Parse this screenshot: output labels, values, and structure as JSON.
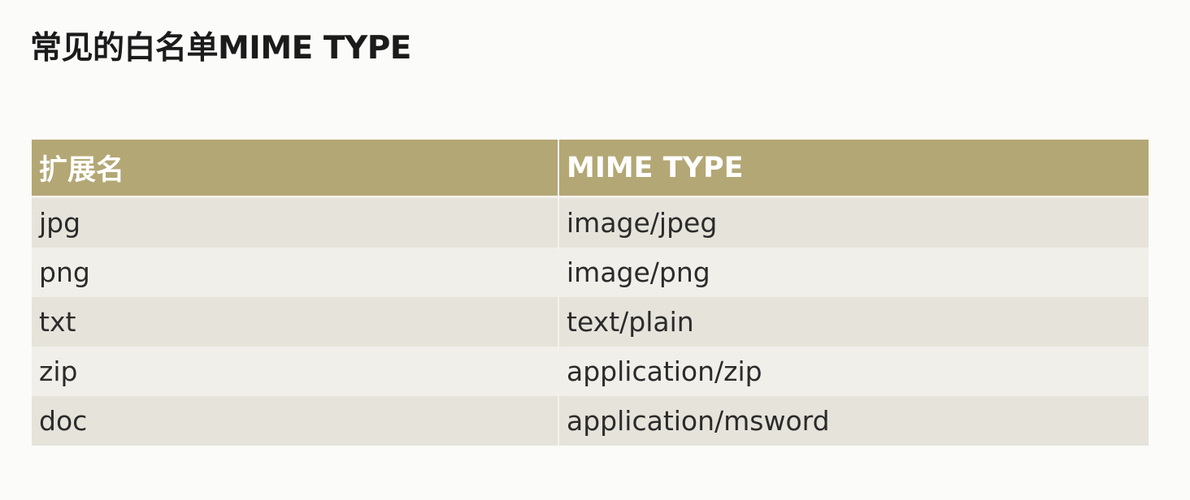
{
  "page": {
    "title": "常见的白名单MIME TYPE"
  },
  "table": {
    "headers": [
      "扩展名",
      "MIME TYPE"
    ],
    "rows": [
      [
        "jpg",
        "image/jpeg"
      ],
      [
        "png",
        "image/png"
      ],
      [
        "txt",
        "text/plain"
      ],
      [
        "zip",
        "application/zip"
      ],
      [
        "doc",
        "application/msword"
      ]
    ]
  },
  "colors": {
    "header_bg": "#b3a775",
    "row_dark": "#e6e3db",
    "row_light": "#f1efea"
  }
}
